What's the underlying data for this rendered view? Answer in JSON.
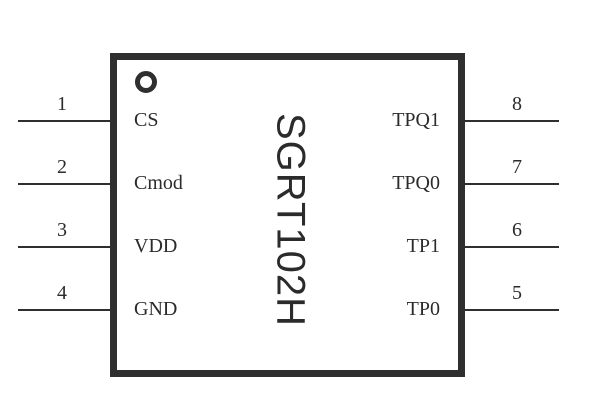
{
  "part_number": "SGRT102H",
  "left_pins": [
    {
      "number": "1",
      "label": "CS"
    },
    {
      "number": "2",
      "label": "Cmod"
    },
    {
      "number": "3",
      "label": "VDD"
    },
    {
      "number": "4",
      "label": "GND"
    }
  ],
  "right_pins": [
    {
      "number": "8",
      "label": "TPQ1"
    },
    {
      "number": "7",
      "label": "TPQ0"
    },
    {
      "number": "6",
      "label": "TP1"
    },
    {
      "number": "5",
      "label": "TP0"
    }
  ]
}
